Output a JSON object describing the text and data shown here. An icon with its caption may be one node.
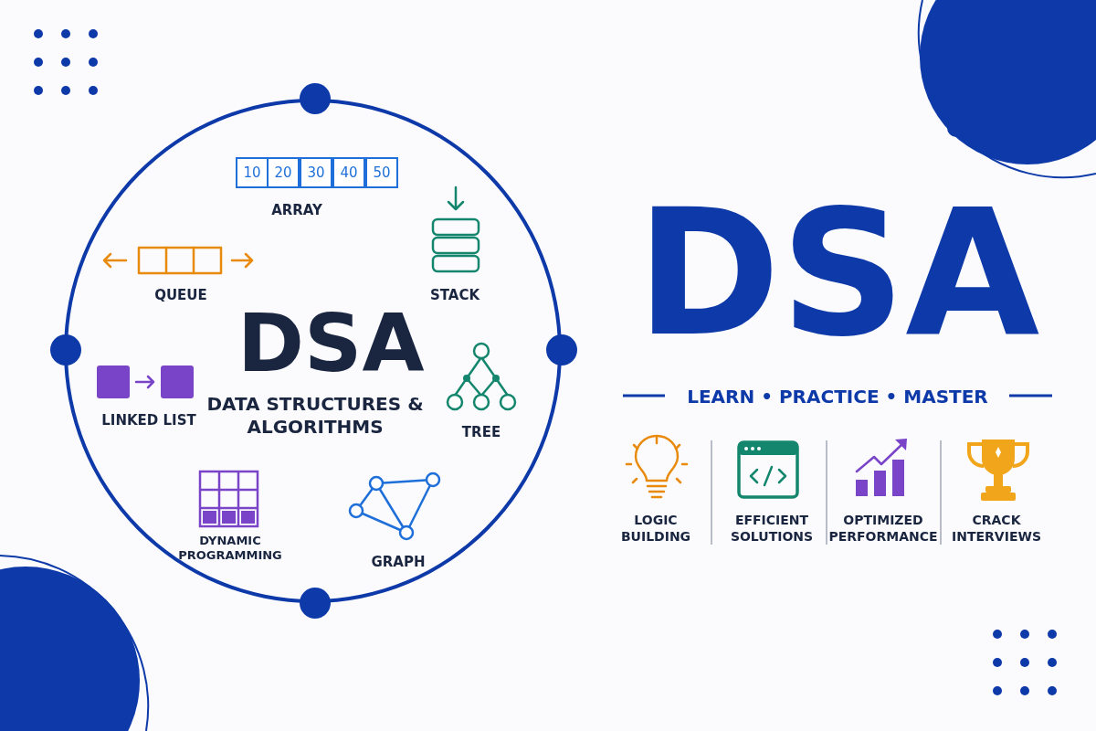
{
  "diagram": {
    "title": "DSA",
    "nodes": [
      {
        "text": [
          "DSA",
          "DATA STRUCTURES & ALGORITHMS"
        ]
      }
    ],
    "labels": [
      "10",
      "20",
      "30",
      "40",
      "50",
      "ARRAY",
      "QUEUE",
      "STACK",
      "LINKED LIST",
      "TREE",
      "DYNAMIC PROGRAMMING",
      "GRAPH",
      "LEARN • PRACTICE • MASTER",
      "LOGIC BUILDING",
      "EFFICIENT SOLUTIONS",
      "OPTIMIZED PERFORMANCE",
      "CRACK INTERVIEWS"
    ]
  }
}
